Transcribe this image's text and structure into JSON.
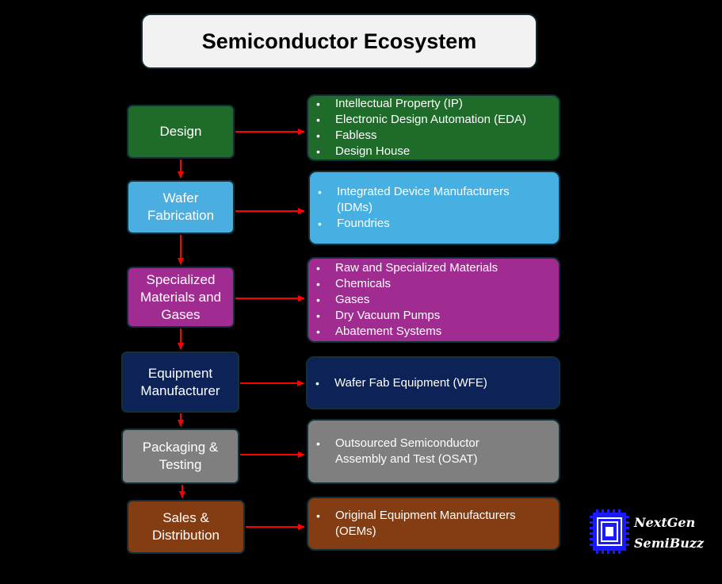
{
  "title": "Semiconductor Ecosystem",
  "stages": [
    {
      "label": "Design",
      "color": "#1e6b2a",
      "details": [
        "Intellectual Property (IP)",
        "Electronic Design Automation (EDA)",
        "Fabless",
        "Design House"
      ],
      "detail_color": "#1e6b2a"
    },
    {
      "label": "Wafer Fabrication",
      "color": "#4aafe0",
      "details": [
        "Integrated Device Manufacturers (IDMs)",
        "Foundries"
      ],
      "detail_color": "#46b0e2"
    },
    {
      "label": "Specialized Materials and Gases",
      "color": "#a02c91",
      "details": [
        "Raw and Specialized Materials",
        "Chemicals",
        "Gases",
        "Dry Vacuum Pumps",
        "Abatement Systems"
      ],
      "detail_color": "#a02c91"
    },
    {
      "label": "Equipment Manufacturer",
      "color": "#0d2257",
      "details": [
        "Wafer Fab Equipment (WFE)"
      ],
      "detail_color": "#0d2257"
    },
    {
      "label": "Packaging & Testing",
      "color": "#7f7f7f",
      "details": [
        "Outsourced Semiconductor Assembly and Test (OSAT)"
      ],
      "detail_color": "#7f7f7f"
    },
    {
      "label": "Sales & Distribution",
      "color": "#843c12",
      "details": [
        "Original Equipment Manufacturers (OEMs)"
      ],
      "detail_color": "#843c12"
    }
  ],
  "logo": {
    "line1": "NextGen",
    "line2": "SemiBuzz",
    "color": "#1a1aff"
  },
  "arrow_color": "#ff0000"
}
